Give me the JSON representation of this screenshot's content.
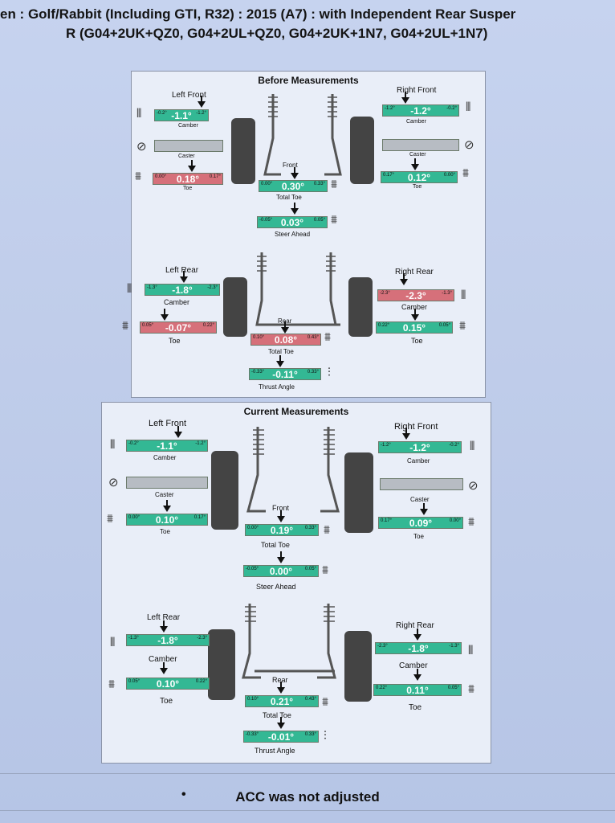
{
  "header": {
    "line1": "en : Golf/Rabbit (Including GTI, R32) : 2015 (A7) : with Independent Rear Susper",
    "line2": "R (G04+2UK+QZ0, G04+2UL+QZ0, G04+2UK+1N7, G04+2UL+1N7)"
  },
  "before": {
    "title": "Before Measurements",
    "left_front": "Left Front",
    "right_front": "Right Front",
    "front": "Front",
    "left_rear": "Left Rear",
    "right_rear": "Right Rear",
    "rear": "Rear",
    "camber": "Camber",
    "caster": "Caster",
    "toe": "Toe",
    "total_toe": "Total Toe",
    "steer_ahead": "Steer Ahead",
    "thrust_angle": "Thrust Angle",
    "lf_camber": {
      "min": "-0.2°",
      "val": "-1.1°",
      "max": "-1.2°"
    },
    "rf_camber": {
      "min": "-1.2°",
      "val": "-1.2°",
      "max": "-0.2°"
    },
    "lf_toe": {
      "min": "0.00°",
      "val": "0.18°",
      "max": "0.17°"
    },
    "rf_toe": {
      "min": "0.17°",
      "val": "0.12°",
      "max": "0.00°"
    },
    "f_total_toe": {
      "min": "0.00°",
      "val": "0.30°",
      "max": "0.33°"
    },
    "steer": {
      "min": "-0.05°",
      "val": "0.03°",
      "max": "0.05°"
    },
    "lr_camber": {
      "min": "-1.3°",
      "val": "-1.8°",
      "max": "-2.3°"
    },
    "rr_camber": {
      "min": "-2.3°",
      "val": "-2.3°",
      "max": "-1.3°"
    },
    "lr_toe": {
      "min": "0.05°",
      "val": "-0.07°",
      "max": "0.22°"
    },
    "rr_toe": {
      "min": "0.22°",
      "val": "0.15°",
      "max": "0.05°"
    },
    "r_total_toe": {
      "min": "0.10°",
      "val": "0.08°",
      "max": "0.43°"
    },
    "thrust": {
      "min": "-0.33°",
      "val": "-0.11°",
      "max": "0.33°"
    }
  },
  "current": {
    "title": "Current Measurements",
    "left_front": "Left Front",
    "right_front": "Right Front",
    "front": "Front",
    "left_rear": "Left Rear",
    "right_rear": "Right Rear",
    "rear": "Rear",
    "camber": "Camber",
    "caster": "Caster",
    "toe": "Toe",
    "total_toe": "Total Toe",
    "steer_ahead": "Steer Ahead",
    "thrust_angle": "Thrust Angle",
    "lf_camber": {
      "min": "-0.2°",
      "val": "-1.1°",
      "max": "-1.2°"
    },
    "rf_camber": {
      "min": "-1.2°",
      "val": "-1.2°",
      "max": "-0.2°"
    },
    "lf_toe": {
      "min": "0.00°",
      "val": "0.10°",
      "max": "0.17°"
    },
    "rf_toe": {
      "min": "0.17°",
      "val": "0.09°",
      "max": "0.00°"
    },
    "f_total_toe": {
      "min": "0.00°",
      "val": "0.19°",
      "max": "0.33°"
    },
    "steer": {
      "min": "-0.05°",
      "val": "0.00°",
      "max": "0.05°"
    },
    "lr_camber": {
      "min": "-1.3°",
      "val": "-1.8°",
      "max": "-2.3°"
    },
    "rr_camber": {
      "min": "-2.3°",
      "val": "-1.8°",
      "max": "-1.3°"
    },
    "lr_toe": {
      "min": "0.05°",
      "val": "0.10°",
      "max": "0.22°"
    },
    "rr_toe": {
      "min": "0.22°",
      "val": "0.11°",
      "max": "0.05°"
    },
    "r_total_toe": {
      "min": "0.10°",
      "val": "0.21°",
      "max": "0.43°"
    },
    "thrust": {
      "min": "-0.33°",
      "val": "-0.01°",
      "max": "0.33°"
    }
  },
  "footer": {
    "bullet": "•",
    "note": "ACC was not adjusted"
  },
  "colors": {
    "in_spec": "#33b894",
    "out_of_spec": "#d6707a",
    "no_spec": "#b7bcc3"
  }
}
